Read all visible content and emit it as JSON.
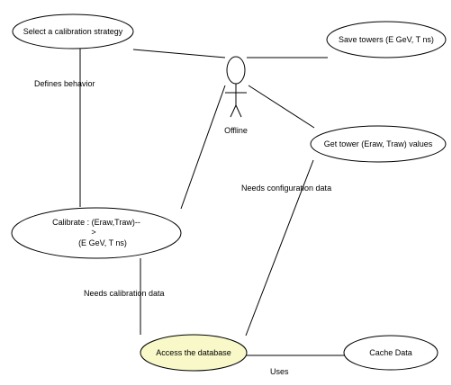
{
  "diagram": {
    "actor": {
      "name": "Offline"
    },
    "use_cases": {
      "select_strategy": "Select a calibration strategy",
      "save_towers": "Save towers (E GeV, T ns)",
      "get_tower": "Get tower (Eraw, Traw) values",
      "calibrate_line1": "Calibrate : (Eraw,Traw)--",
      "calibrate_line2": ">",
      "calibrate_line3": "(E GeV, T ns)",
      "access_db": "Access the database",
      "cache_data": "Cache Data"
    },
    "labels": {
      "defines_behavior": "Defines behavior",
      "needs_configuration": "Needs configuration data",
      "needs_calibration": "Needs calibration data",
      "uses": "Uses"
    },
    "colors": {
      "highlight_fill": "#f8f8c8",
      "default_fill": "#ffffff",
      "stroke": "#000000"
    }
  }
}
